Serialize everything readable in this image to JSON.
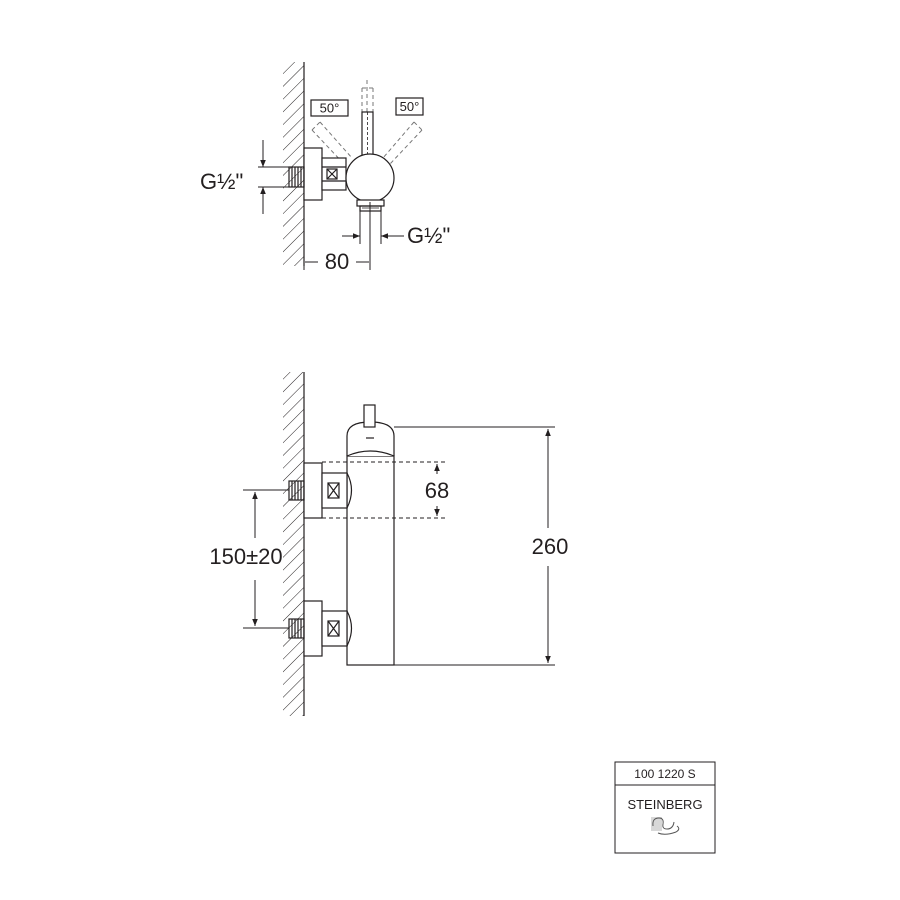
{
  "top_view": {
    "angle_left": "50°",
    "angle_right": "50°",
    "inlet_thread": "G½\"",
    "outlet_thread": "G½\"",
    "projection": "80"
  },
  "front_view": {
    "inlet_spacing": "150±20",
    "inlet_height": "68",
    "total_height": "260"
  },
  "title_block": {
    "article_number": "100 1220 S",
    "brand": "STEINBERG"
  },
  "colors": {
    "line": "#231f20",
    "phantom": "#777777",
    "background": "#ffffff"
  }
}
